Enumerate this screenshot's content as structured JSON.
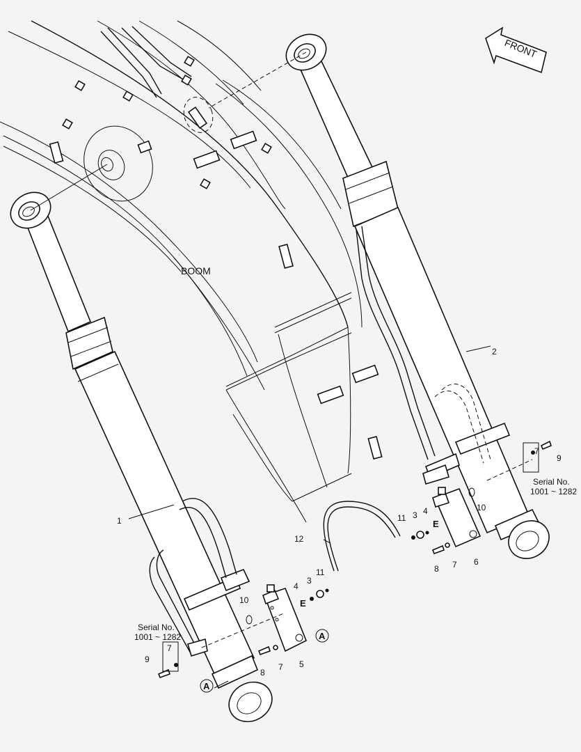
{
  "labels": {
    "boom": "BOOM",
    "front": "FRONT",
    "serial_left_1": "Serial No.",
    "serial_left_2": "1001 ~ 1282",
    "serial_right_1": "Serial No.",
    "serial_right_2": "1001 ~ 1282"
  },
  "callouts": {
    "p1": "1",
    "p2": "2",
    "p3a": "3",
    "p3b": "3",
    "p4a": "4",
    "p4b": "4",
    "p5": "5",
    "p6": "6",
    "p7a": "7",
    "p7b": "7",
    "p7c": "7",
    "p7d": "7",
    "p8a": "8",
    "p8b": "8",
    "p9a": "9",
    "p9b": "9",
    "p10a": "10",
    "p10b": "10",
    "p11a": "11",
    "p11b": "11",
    "p12": "12",
    "eA": "E",
    "eB": "E",
    "aA": "A",
    "aB": "A"
  }
}
